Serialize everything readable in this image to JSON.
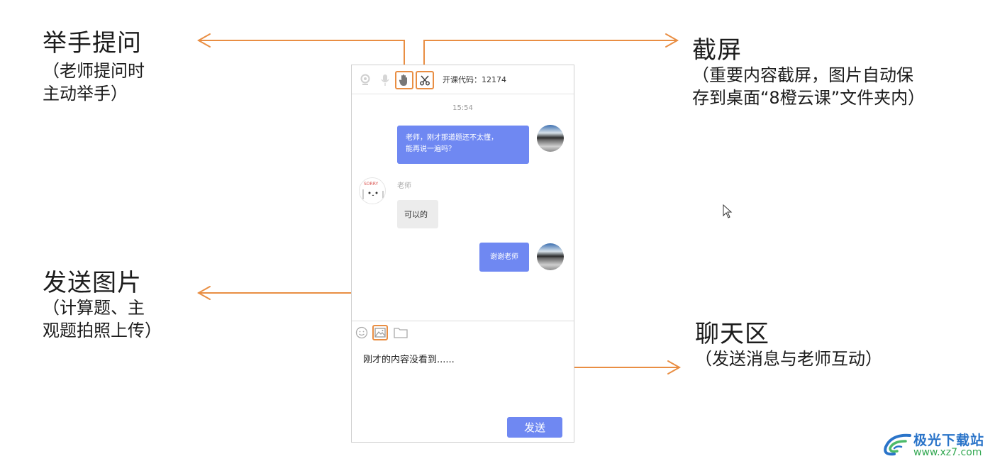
{
  "callouts": {
    "raise_hand": {
      "title": "举手提问",
      "desc_line1": "（老师提问时",
      "desc_line2": "主动举手）"
    },
    "screenshot": {
      "title": "截屏",
      "desc_line1": "（重要内容截屏，图片自动保",
      "desc_line2": "存到桌面“8橙云课”文件夹内）"
    },
    "send_image": {
      "title": "发送图片",
      "desc_line1": "（计算题、主",
      "desc_line2": "观题拍照上传）"
    },
    "chat_area": {
      "title": "聊天区",
      "desc_line1": "（发送消息与老师互动）"
    }
  },
  "colors": {
    "accent_orange": "#e98e43",
    "bubble_blue": "#6f88f2",
    "bubble_gray": "#ececec"
  },
  "chat_window": {
    "toolbar": {
      "icons": [
        "camera-icon",
        "microphone-icon",
        "raise-hand-icon",
        "scissors-icon"
      ],
      "class_code": "开课代码：12174"
    },
    "timestamp": "15:54",
    "messages": [
      {
        "from": "self",
        "line1": "老师，刚才那道题还不太懂，",
        "line2": "能再说一遍吗？"
      },
      {
        "from": "teacher",
        "sender": "老师",
        "text": "可以的"
      },
      {
        "from": "self",
        "text": "谢谢老师"
      }
    ],
    "input": {
      "icons": [
        "emoji-icon",
        "image-icon",
        "folder-icon"
      ],
      "value": "刚才的内容没看到......",
      "send_label": "发送"
    }
  },
  "watermark": {
    "name": "极光下载站",
    "url": "www.xz7.com"
  }
}
